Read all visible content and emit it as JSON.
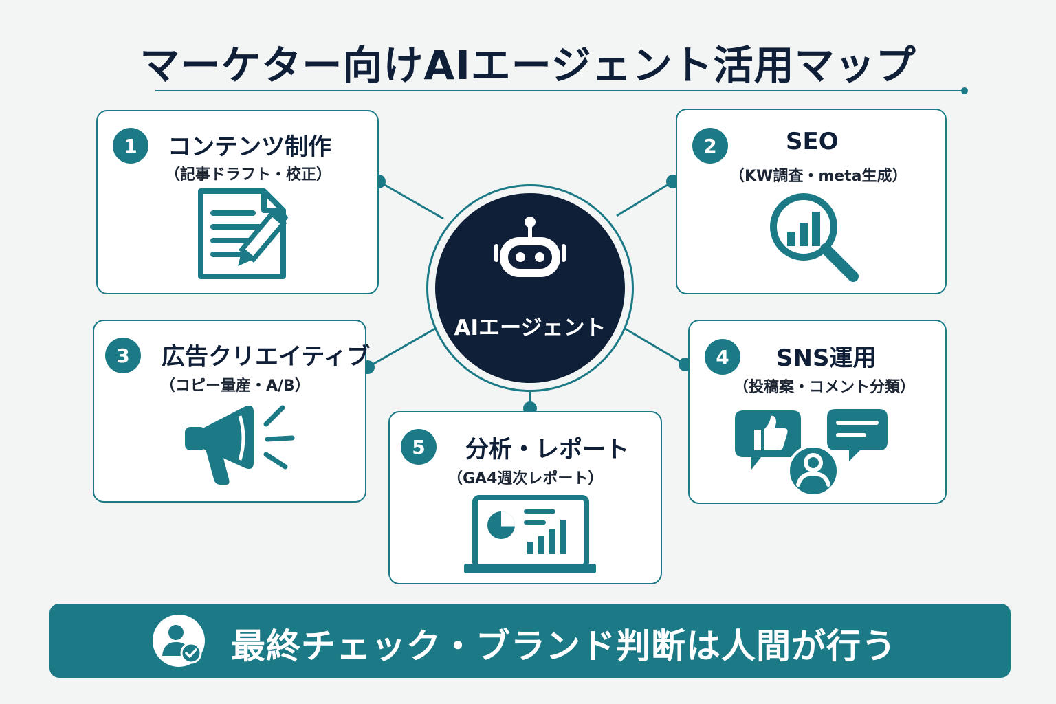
{
  "title": "マーケター向けAIエージェント活用マップ",
  "hub": {
    "label": "AIエージェント",
    "icon": "robot-icon"
  },
  "cards": [
    {
      "number": "1",
      "title": "コンテンツ制作",
      "subtitle": "（記事ドラフト・校正）",
      "icon": "document-pencil-icon"
    },
    {
      "number": "2",
      "title": "SEO",
      "subtitle": "（KW調査・meta生成）",
      "icon": "magnifier-chart-icon"
    },
    {
      "number": "3",
      "title": "広告クリエイティブ",
      "subtitle": "（コピー量産・A/B）",
      "icon": "megaphone-icon"
    },
    {
      "number": "4",
      "title": "SNS運用",
      "subtitle": "（投稿案・コメント分類）",
      "icon": "social-chat-icon"
    },
    {
      "number": "5",
      "title": "分析・レポート",
      "subtitle": "（GA4週次レポート）",
      "icon": "laptop-report-icon"
    }
  ],
  "footer": {
    "text": "最終チェック・ブランド判断は人間が行う",
    "icon": "user-check-icon"
  },
  "colors": {
    "accent": "#1b7a86",
    "navy": "#0f1f38",
    "background": "#f3f4f4",
    "card": "#ffffff"
  }
}
